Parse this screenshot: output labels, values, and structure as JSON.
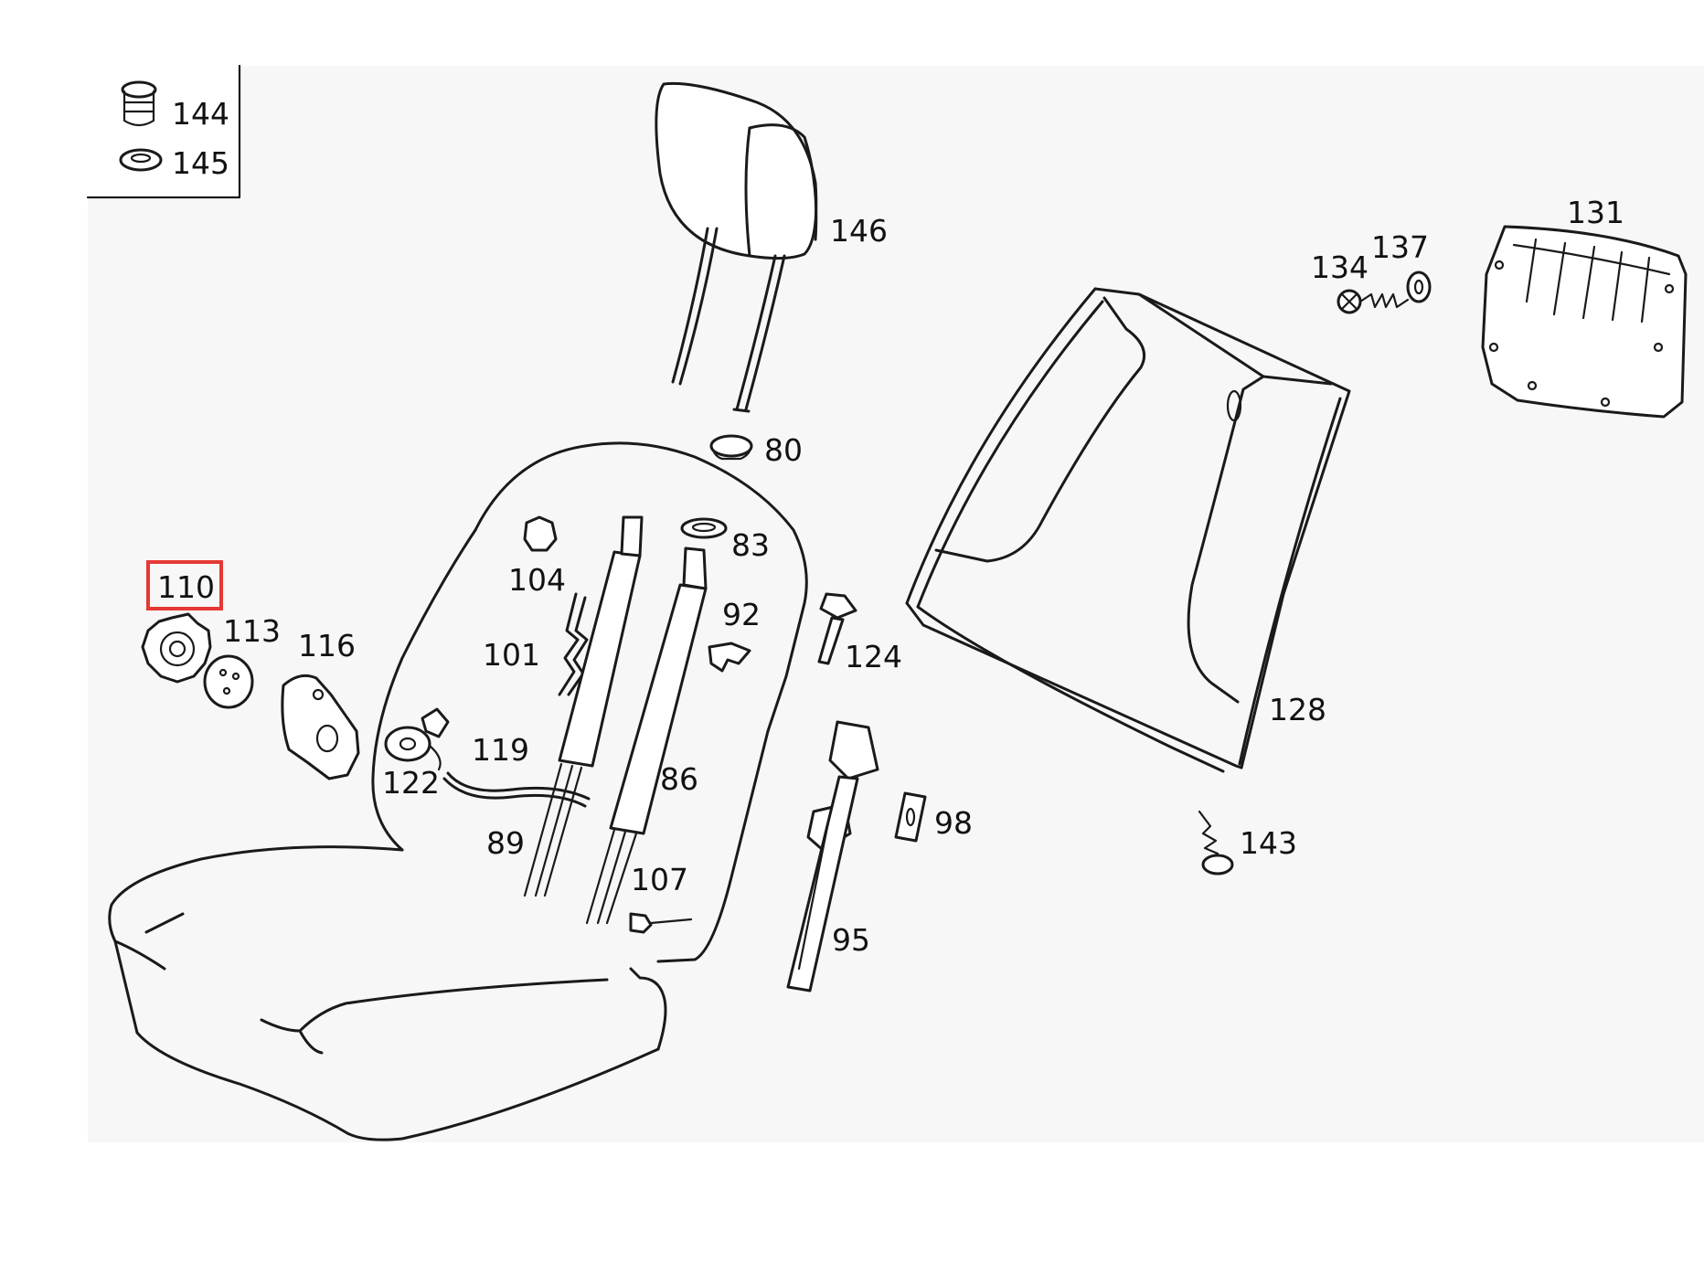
{
  "diagram": {
    "callouts": [
      {
        "id": "144",
        "label": "144"
      },
      {
        "id": "145",
        "label": "145"
      },
      {
        "id": "146",
        "label": "146"
      },
      {
        "id": "80",
        "label": "80"
      },
      {
        "id": "83",
        "label": "83"
      },
      {
        "id": "92",
        "label": "92"
      },
      {
        "id": "104",
        "label": "104"
      },
      {
        "id": "101",
        "label": "101"
      },
      {
        "id": "110",
        "label": "110"
      },
      {
        "id": "113",
        "label": "113"
      },
      {
        "id": "116",
        "label": "116"
      },
      {
        "id": "119",
        "label": "119"
      },
      {
        "id": "122",
        "label": "122"
      },
      {
        "id": "86",
        "label": "86"
      },
      {
        "id": "89",
        "label": "89"
      },
      {
        "id": "107",
        "label": "107"
      },
      {
        "id": "124",
        "label": "124"
      },
      {
        "id": "98",
        "label": "98"
      },
      {
        "id": "95",
        "label": "95"
      },
      {
        "id": "128",
        "label": "128"
      },
      {
        "id": "134",
        "label": "134"
      },
      {
        "id": "137",
        "label": "137"
      },
      {
        "id": "131",
        "label": "131"
      },
      {
        "id": "143",
        "label": "143"
      }
    ],
    "highlighted_part": "110",
    "highlight_color": "#e53935",
    "background_color": "#f7f7f7"
  }
}
